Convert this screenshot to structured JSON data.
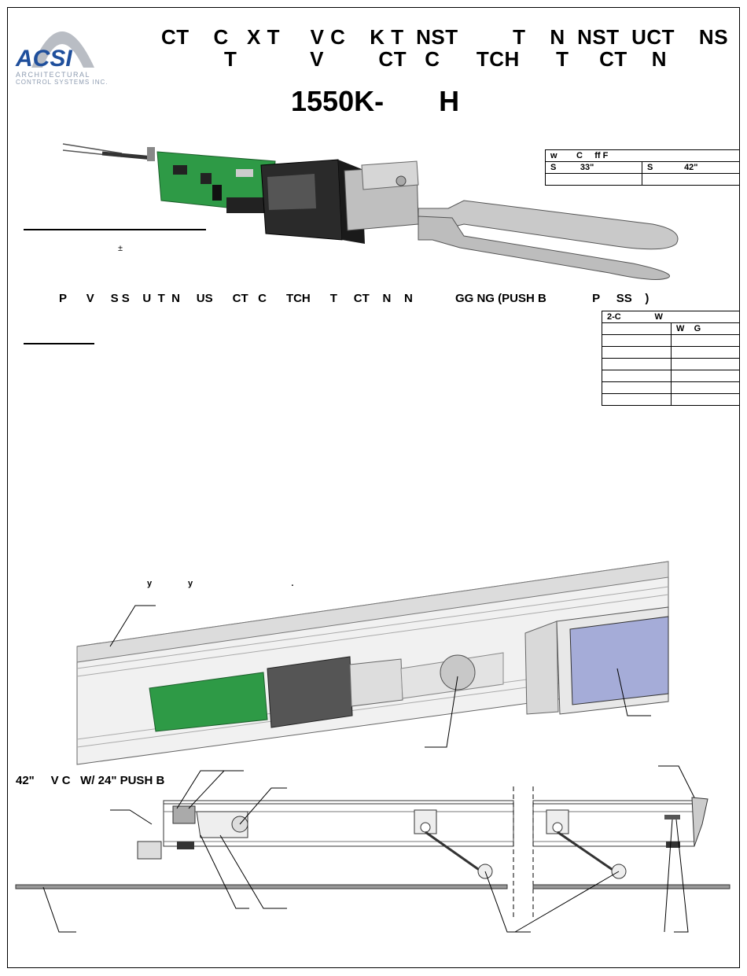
{
  "header": {
    "company_logo": {
      "brand": "ACSI",
      "line1": "ARCHITECTURAL",
      "line2": "CONTROL SYSTEMS INC."
    },
    "title_line1": "CT    C   X T     V C    K T  NST         T    N  NST  UCT    NS",
    "title_line2": "T            V         CT   C      TCH      T     CT    N",
    "model": "1550K-       H"
  },
  "length_table": {
    "header": "w        C     ff F",
    "cells": [
      "S          33\"",
      "S             42\""
    ]
  },
  "tolerance_note": "±",
  "instruction_line": "P      V     S S    U  T  N     US      CT   C      TCH      T     CT    N    N             GG NG (PUSH B              P     SS    )",
  "wiring_table": {
    "title": "2-C              W",
    "col_header": "W    G",
    "rows": 6
  },
  "notes_heading": "",
  "section_caption": "y               y                                         .",
  "bottom_caption": "42\"     V C   W/ 24\" PUSH B",
  "colors": {
    "logo_blue": "#1f4f9c",
    "logo_gray": "#b5b9c0",
    "pcb_green": "#2e9a46",
    "lens_blue": "#a5acd8"
  }
}
